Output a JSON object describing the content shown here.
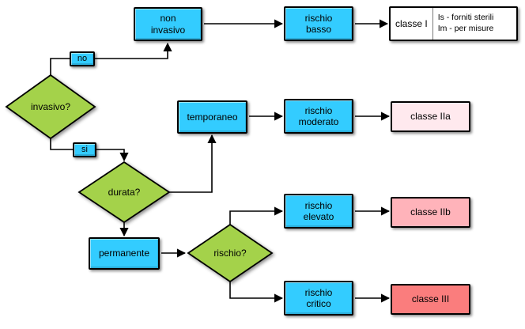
{
  "colors": {
    "process_fill": "#33CCFF",
    "decision_fill": "#A4D24A",
    "classe1_fill": "#FFFFFF",
    "classe2a_fill": "#FFE9EE",
    "classe2b_fill": "#FFB3BA",
    "classe3_fill": "#FA7D7D"
  },
  "nodes": {
    "invasivo": {
      "label": "invasivo?"
    },
    "no": {
      "label": "no"
    },
    "si": {
      "label": "si"
    },
    "non_invasivo": {
      "label": "non\ninvasivo"
    },
    "rischio_basso": {
      "label": "rischio\nbasso"
    },
    "classe_i": {
      "label": "classe I",
      "note_line1": "Is - forniti sterili",
      "note_line2": "Im - per misure"
    },
    "temporaneo": {
      "label": "temporaneo"
    },
    "rischio_moderato": {
      "label": "rischio\nmoderato"
    },
    "classe_iia": {
      "label": "classe IIa"
    },
    "durata": {
      "label": "durata?"
    },
    "permanente": {
      "label": "permanente"
    },
    "rischio": {
      "label": "rischio?"
    },
    "rischio_elevato": {
      "label": "rischio\nelevato"
    },
    "classe_iib": {
      "label": "classe IIb"
    },
    "rischio_critico": {
      "label": "rischio\ncritico"
    },
    "classe_iii": {
      "label": "classe III"
    }
  }
}
